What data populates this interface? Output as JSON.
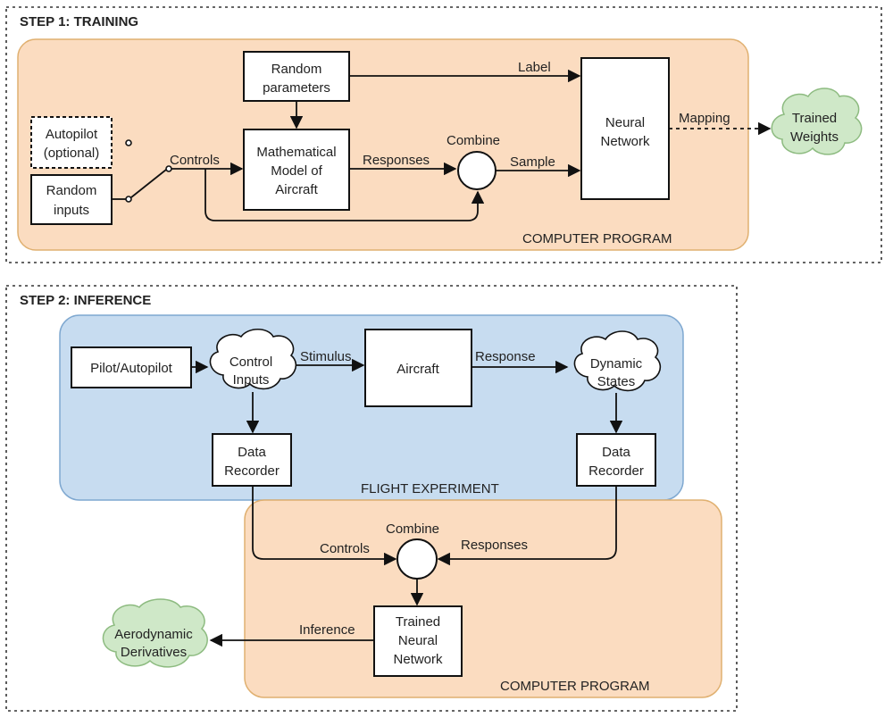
{
  "steps": {
    "training": {
      "title": "STEP 1: TRAINING",
      "region_label": "COMPUTER PROGRAM",
      "random_parameters": [
        "Random",
        "parameters"
      ],
      "autopilot": [
        "Autopilot",
        "(optional)"
      ],
      "random_inputs": [
        "Random",
        "inputs"
      ],
      "controls_label": "Controls",
      "math_model": [
        "Mathematical",
        "Model of",
        "Aircraft"
      ],
      "responses_label": "Responses",
      "combine_label": "Combine",
      "sample_label": "Sample",
      "label_label": "Label",
      "neural_network": [
        "Neural",
        "Network"
      ],
      "mapping_label": "Mapping",
      "trained_weights": [
        "Trained",
        "Weights"
      ]
    },
    "inference": {
      "title": "STEP 2: INFERENCE",
      "flight_region_label": "FLIGHT EXPERIMENT",
      "program_region_label": "COMPUTER PROGRAM",
      "pilot_autopilot": "Pilot/Autopilot",
      "control_inputs": [
        "Control",
        "Inputs"
      ],
      "stimulus_label": "Stimulus",
      "aircraft": "Aircraft",
      "response_label": "Response",
      "dynamic_states": [
        "Dynamic",
        "States"
      ],
      "data_recorder_left": [
        "Data",
        "Recorder"
      ],
      "data_recorder_right": [
        "Data",
        "Recorder"
      ],
      "combine_label": "Combine",
      "controls_label": "Controls",
      "responses_label": "Responses",
      "inference_label": "Inference",
      "trained_nn": [
        "Trained",
        "Neural",
        "Network"
      ],
      "aero_derivatives": [
        "Aerodynamic",
        "Derivatives"
      ]
    }
  },
  "colors": {
    "program_fill": "#fbdcc0",
    "program_stroke": "#e0b070",
    "flight_fill": "#c7dcf0",
    "flight_stroke": "#7fa8d0",
    "cloud_green": "#cfe8c8",
    "cloud_green_stroke": "#8dbb80"
  }
}
